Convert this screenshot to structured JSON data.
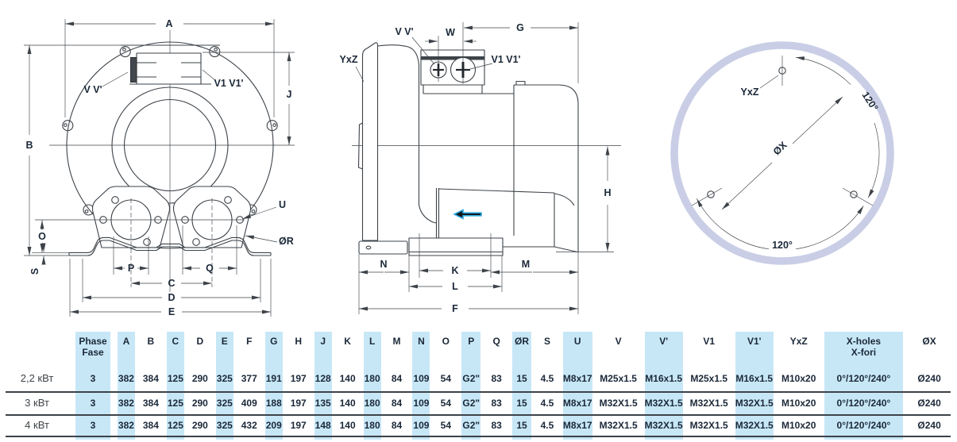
{
  "labels": {
    "a": "A",
    "b": "B",
    "c": "C",
    "d": "D",
    "e": "E",
    "f": "F",
    "g": "G",
    "h": "H",
    "j": "J",
    "k": "K",
    "l": "L",
    "m": "M",
    "n": "N",
    "o": "O",
    "p": "P",
    "q": "Q",
    "s": "S",
    "u": "U",
    "w": "W",
    "vv": "V V'",
    "v1v1": "V1 V1'",
    "yxz": "YxZ",
    "dia_r": "ØR",
    "dia_x": "ØX",
    "deg120": "120°"
  },
  "table": {
    "columns": [
      {
        "label": "",
        "hl": false
      },
      {
        "label": "Phase\nFase",
        "hl": true
      },
      {
        "label": "A",
        "hl": true
      },
      {
        "label": "B",
        "hl": false
      },
      {
        "label": "C",
        "hl": true
      },
      {
        "label": "D",
        "hl": false
      },
      {
        "label": "E",
        "hl": true
      },
      {
        "label": "F",
        "hl": false
      },
      {
        "label": "G",
        "hl": true
      },
      {
        "label": "H",
        "hl": false
      },
      {
        "label": "J",
        "hl": true
      },
      {
        "label": "K",
        "hl": false
      },
      {
        "label": "L",
        "hl": true
      },
      {
        "label": "M",
        "hl": false
      },
      {
        "label": "N",
        "hl": true
      },
      {
        "label": "O",
        "hl": false
      },
      {
        "label": "P",
        "hl": true
      },
      {
        "label": "Q",
        "hl": false
      },
      {
        "label": "ØR",
        "hl": true
      },
      {
        "label": "S",
        "hl": false
      },
      {
        "label": "U",
        "hl": true
      },
      {
        "label": "V",
        "hl": false
      },
      {
        "label": "V'",
        "hl": true
      },
      {
        "label": "V1",
        "hl": false
      },
      {
        "label": "V1'",
        "hl": true
      },
      {
        "label": "YxZ",
        "hl": false
      },
      {
        "label": "X-holes\nX-fori",
        "hl": true
      },
      {
        "label": "ØX",
        "hl": false
      }
    ],
    "rows": [
      [
        "2,2 кВт",
        "3",
        "382",
        "384",
        "125",
        "290",
        "325",
        "377",
        "191",
        "197",
        "128",
        "140",
        "180",
        "84",
        "109",
        "54",
        "G2\"",
        "83",
        "15",
        "4.5",
        "M8x17",
        "M25x1.5",
        "M16x1.5",
        "M25x1.5",
        "M16x1.5",
        "M10x20",
        "0°/120°/240°",
        "Ø240"
      ],
      [
        "3 кВт",
        "3",
        "382",
        "384",
        "125",
        "290",
        "325",
        "409",
        "188",
        "197",
        "135",
        "140",
        "180",
        "84",
        "109",
        "54",
        "G2\"",
        "83",
        "15",
        "4.5",
        "M8x17",
        "M32X1.5",
        "M32X1.5",
        "M32X1.5",
        "M32X1.5",
        "M10x20",
        "0°/120°/240°",
        "Ø240"
      ],
      [
        "4 кВт",
        "3",
        "382",
        "384",
        "125",
        "290",
        "325",
        "432",
        "209",
        "197",
        "148",
        "140",
        "180",
        "84",
        "109",
        "54",
        "G2\"",
        "83",
        "15",
        "4.5",
        "M8x17",
        "M32X1.5",
        "M32X1.5",
        "M32X1.5",
        "M32X1.5",
        "M10x20",
        "0°/120°/240°",
        "Ø240"
      ]
    ]
  }
}
